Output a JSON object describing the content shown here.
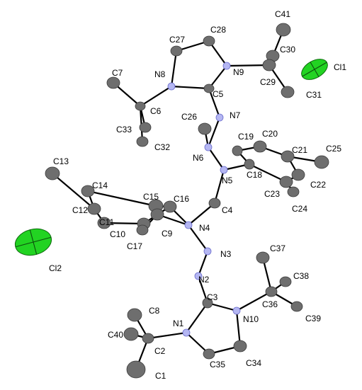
{
  "diagram": {
    "type": "crystal-structure-ortep",
    "colors": {
      "carbon": "#6e6e6e",
      "nitrogen": "#b4b6f2",
      "chlorine": "#22d322",
      "bond": "#000000"
    },
    "atoms": [
      {
        "id": "C41",
        "element": "C",
        "label": "C41"
      },
      {
        "id": "C27",
        "element": "C",
        "label": "C27"
      },
      {
        "id": "C28",
        "element": "C",
        "label": "C28"
      },
      {
        "id": "C30",
        "element": "C",
        "label": "C30"
      },
      {
        "id": "Cl1",
        "element": "Cl",
        "label": "Cl1"
      },
      {
        "id": "N8",
        "element": "N",
        "label": "N8"
      },
      {
        "id": "N9",
        "element": "N",
        "label": "N9"
      },
      {
        "id": "C29",
        "element": "C",
        "label": "C29"
      },
      {
        "id": "C7",
        "element": "C",
        "label": "C7"
      },
      {
        "id": "C5",
        "element": "C",
        "label": "C5"
      },
      {
        "id": "C31",
        "element": "C",
        "label": "C31"
      },
      {
        "id": "C6",
        "element": "C",
        "label": "C6"
      },
      {
        "id": "N7",
        "element": "N",
        "label": "N7"
      },
      {
        "id": "C26",
        "element": "C",
        "label": "C26"
      },
      {
        "id": "C20",
        "element": "C",
        "label": "C20"
      },
      {
        "id": "C33",
        "element": "C",
        "label": "C33"
      },
      {
        "id": "C19",
        "element": "C",
        "label": "C19"
      },
      {
        "id": "C32",
        "element": "C",
        "label": "C32"
      },
      {
        "id": "C21",
        "element": "C",
        "label": "C21"
      },
      {
        "id": "C25",
        "element": "C",
        "label": "C25"
      },
      {
        "id": "N6",
        "element": "N",
        "label": "N6"
      },
      {
        "id": "C13",
        "element": "C",
        "label": "C13"
      },
      {
        "id": "C18",
        "element": "C",
        "label": "C18"
      },
      {
        "id": "N5",
        "element": "N",
        "label": "N5"
      },
      {
        "id": "C22",
        "element": "C",
        "label": "C22"
      },
      {
        "id": "C23",
        "element": "C",
        "label": "C23"
      },
      {
        "id": "C14",
        "element": "C",
        "label": "C14"
      },
      {
        "id": "C24",
        "element": "C",
        "label": "C24"
      },
      {
        "id": "C16",
        "element": "C",
        "label": "C16"
      },
      {
        "id": "C15",
        "element": "C",
        "label": "C15"
      },
      {
        "id": "C12",
        "element": "C",
        "label": "C12"
      },
      {
        "id": "C4",
        "element": "C",
        "label": "C4"
      },
      {
        "id": "C11",
        "element": "C",
        "label": "C11"
      },
      {
        "id": "C10",
        "element": "C",
        "label": "C10"
      },
      {
        "id": "C9",
        "element": "C",
        "label": "C9"
      },
      {
        "id": "N4",
        "element": "N",
        "label": "N4"
      },
      {
        "id": "C17",
        "element": "C",
        "label": "C17"
      },
      {
        "id": "Cl2",
        "element": "Cl",
        "label": "Cl2"
      },
      {
        "id": "N3",
        "element": "N",
        "label": "N3"
      },
      {
        "id": "C37",
        "element": "C",
        "label": "C37"
      },
      {
        "id": "N2",
        "element": "N",
        "label": "N2"
      },
      {
        "id": "C38",
        "element": "C",
        "label": "C38"
      },
      {
        "id": "C3",
        "element": "C",
        "label": "C3"
      },
      {
        "id": "C36",
        "element": "C",
        "label": "C36"
      },
      {
        "id": "C8",
        "element": "C",
        "label": "C8"
      },
      {
        "id": "C39",
        "element": "C",
        "label": "C39"
      },
      {
        "id": "N1",
        "element": "N",
        "label": "N1"
      },
      {
        "id": "N10",
        "element": "N",
        "label": "N10"
      },
      {
        "id": "C40",
        "element": "C",
        "label": "C40"
      },
      {
        "id": "C2",
        "element": "C",
        "label": "C2"
      },
      {
        "id": "C34",
        "element": "C",
        "label": "C34"
      },
      {
        "id": "C35",
        "element": "C",
        "label": "C35"
      },
      {
        "id": "C1",
        "element": "C",
        "label": "C1"
      }
    ],
    "bonds": [
      [
        "N8",
        "C27"
      ],
      [
        "C27",
        "C28"
      ],
      [
        "C28",
        "N9"
      ],
      [
        "N9",
        "C5"
      ],
      [
        "C5",
        "N8"
      ],
      [
        "N9",
        "C29"
      ],
      [
        "C29",
        "C41"
      ],
      [
        "C29",
        "C30"
      ],
      [
        "C29",
        "C31"
      ],
      [
        "N8",
        "C6"
      ],
      [
        "C6",
        "C7"
      ],
      [
        "C6",
        "C33"
      ],
      [
        "C6",
        "C32"
      ],
      [
        "C5",
        "N7"
      ],
      [
        "N7",
        "N6"
      ],
      [
        "N6",
        "N5"
      ],
      [
        "N6",
        "C26"
      ],
      [
        "N5",
        "C18"
      ],
      [
        "N5",
        "C4"
      ],
      [
        "C18",
        "C19"
      ],
      [
        "C19",
        "C20"
      ],
      [
        "C20",
        "C21"
      ],
      [
        "C21",
        "C25"
      ],
      [
        "C21",
        "C22"
      ],
      [
        "C22",
        "C23"
      ],
      [
        "C23",
        "C18"
      ],
      [
        "C23",
        "C24"
      ],
      [
        "C4",
        "N4"
      ],
      [
        "N4",
        "C9"
      ],
      [
        "N4",
        "C16"
      ],
      [
        "C9",
        "C10"
      ],
      [
        "C10",
        "C11"
      ],
      [
        "C11",
        "C12"
      ],
      [
        "C12",
        "C14"
      ],
      [
        "C14",
        "C15"
      ],
      [
        "C15",
        "C16"
      ],
      [
        "C16",
        "C9"
      ],
      [
        "C12",
        "C13"
      ],
      [
        "C9",
        "C17"
      ],
      [
        "N4",
        "N3"
      ],
      [
        "N3",
        "N2"
      ],
      [
        "N2",
        "C3"
      ],
      [
        "C3",
        "N1"
      ],
      [
        "C3",
        "N10"
      ],
      [
        "N1",
        "C35"
      ],
      [
        "C35",
        "C34"
      ],
      [
        "C34",
        "N10"
      ],
      [
        "N10",
        "C36"
      ],
      [
        "C36",
        "C37"
      ],
      [
        "C36",
        "C38"
      ],
      [
        "C36",
        "C39"
      ],
      [
        "N1",
        "C2"
      ],
      [
        "C2",
        "C1"
      ],
      [
        "C2",
        "C8"
      ],
      [
        "C2",
        "C40"
      ]
    ]
  }
}
